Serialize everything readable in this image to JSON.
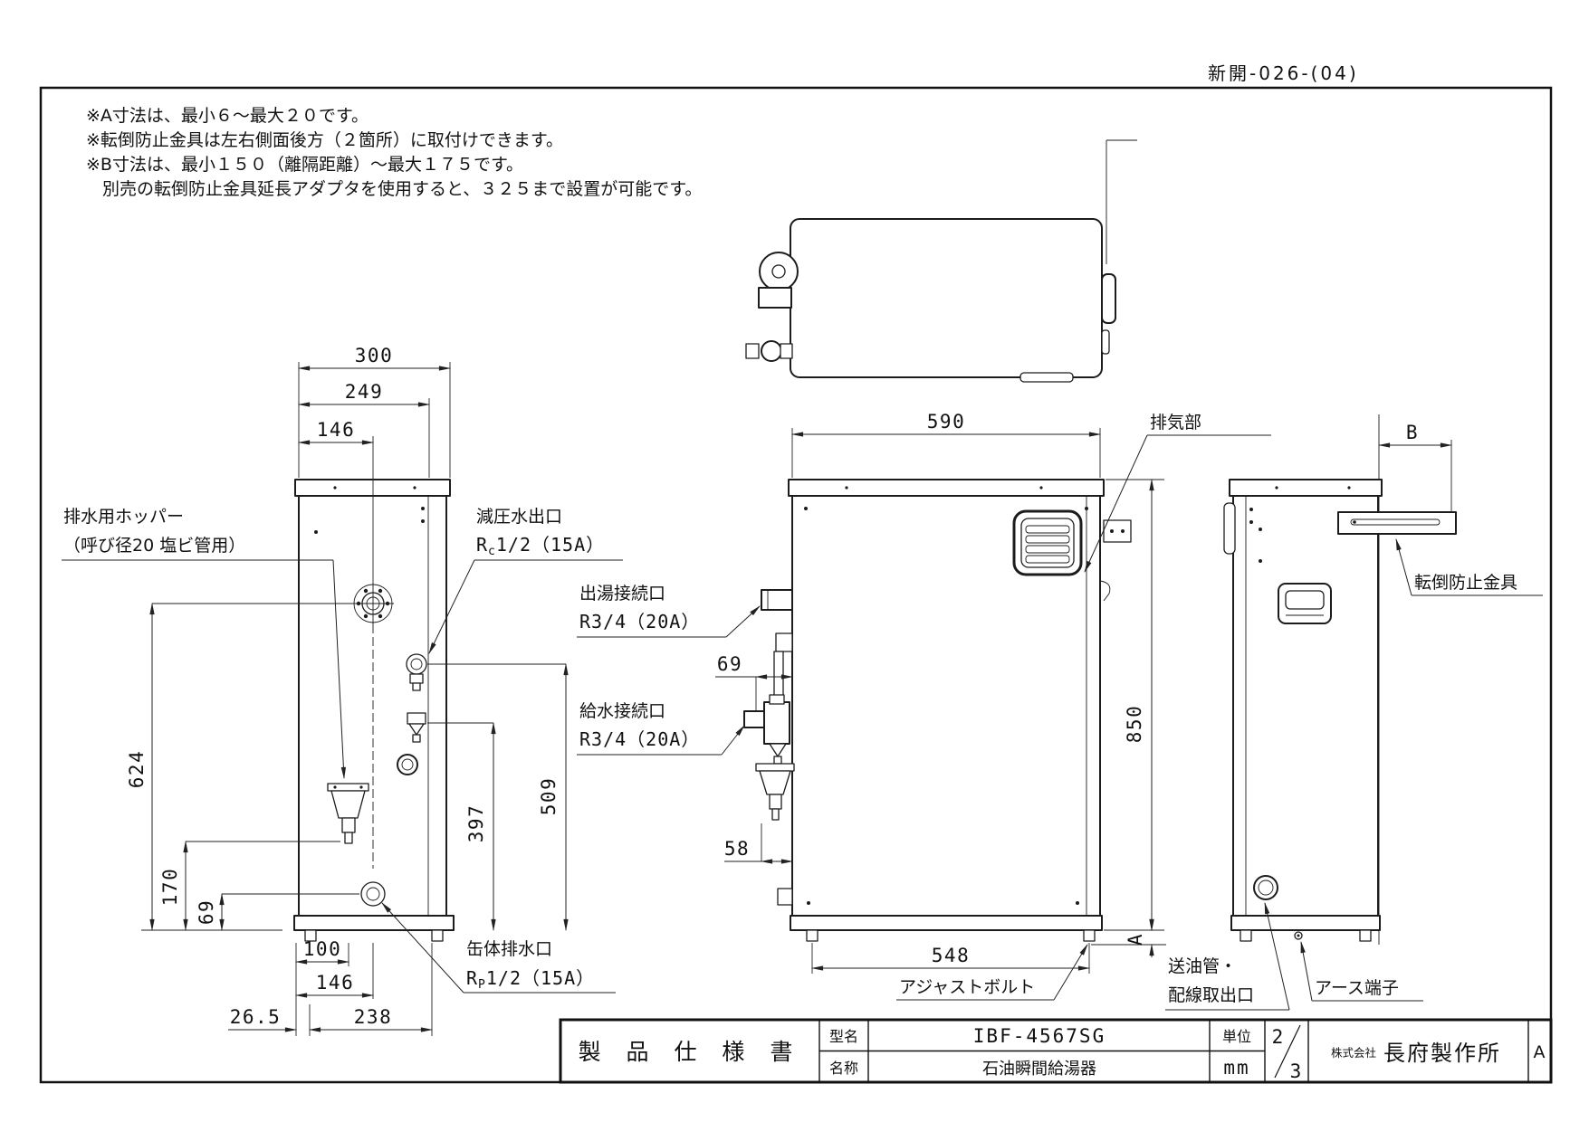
{
  "doc_number": "新開-026-(04)",
  "notes": {
    "line1": "※A寸法は、最小６～最大２０です。",
    "line2": "※転倒防止金具は左右側面後方（２箇所）に取付けできます。",
    "line3": "※B寸法は、最小１５０（離隔距離）～最大１７５です。",
    "line4": "別売の転倒防止金具延長アダプタを使用すると、３２５まで設置が可能です。"
  },
  "rear_view": {
    "dims": {
      "w300": "300",
      "w249": "249",
      "w146": "146",
      "h624": "624",
      "h170": "170",
      "h69": "69",
      "r509": "509",
      "r397": "397",
      "b100": "100",
      "b146": "146",
      "b26_5": "26.5",
      "b238": "238"
    },
    "labels": {
      "hopper_l1": "排水用ホッパー",
      "hopper_l2": "（呼び径20 塩ビ管用）",
      "relief_l1": "減圧水出口",
      "relief_main": "R",
      "relief_sub": "c",
      "relief_tail": "1/2（15A）",
      "tank_l1": "缶体排水口",
      "tank_main": "R",
      "tank_sub": "P",
      "tank_tail": "1/2（15A）"
    }
  },
  "front_view": {
    "dims": {
      "w590": "590",
      "h850": "850",
      "b548": "548",
      "p69": "69",
      "p58": "58",
      "a": "A"
    },
    "labels": {
      "exhaust": "排気部",
      "outlet_l1": "出湯接続口",
      "outlet_l2": "R3/4（20A）",
      "inlet_l1": "給水接続口",
      "inlet_l2": "R3/4（20A）",
      "bolt": "アジャストボルト"
    }
  },
  "side_view": {
    "dims": {
      "b": "B"
    },
    "labels": {
      "bracket": "転倒防止金具",
      "oil_l1": "送油管・",
      "oil_l2": "配線取出口",
      "earth": "アース端子"
    }
  },
  "title_block": {
    "title": "製 品 仕 様 書",
    "model_label": "型名",
    "model": "IBF-4567SG",
    "name_label": "名称",
    "name": "石油瞬間給湯器",
    "unit_label": "単位",
    "unit": "mm",
    "page_num": "2",
    "page_den": "3",
    "company_prefix": "株式会社",
    "company": "長府製作所",
    "rev": "A"
  }
}
